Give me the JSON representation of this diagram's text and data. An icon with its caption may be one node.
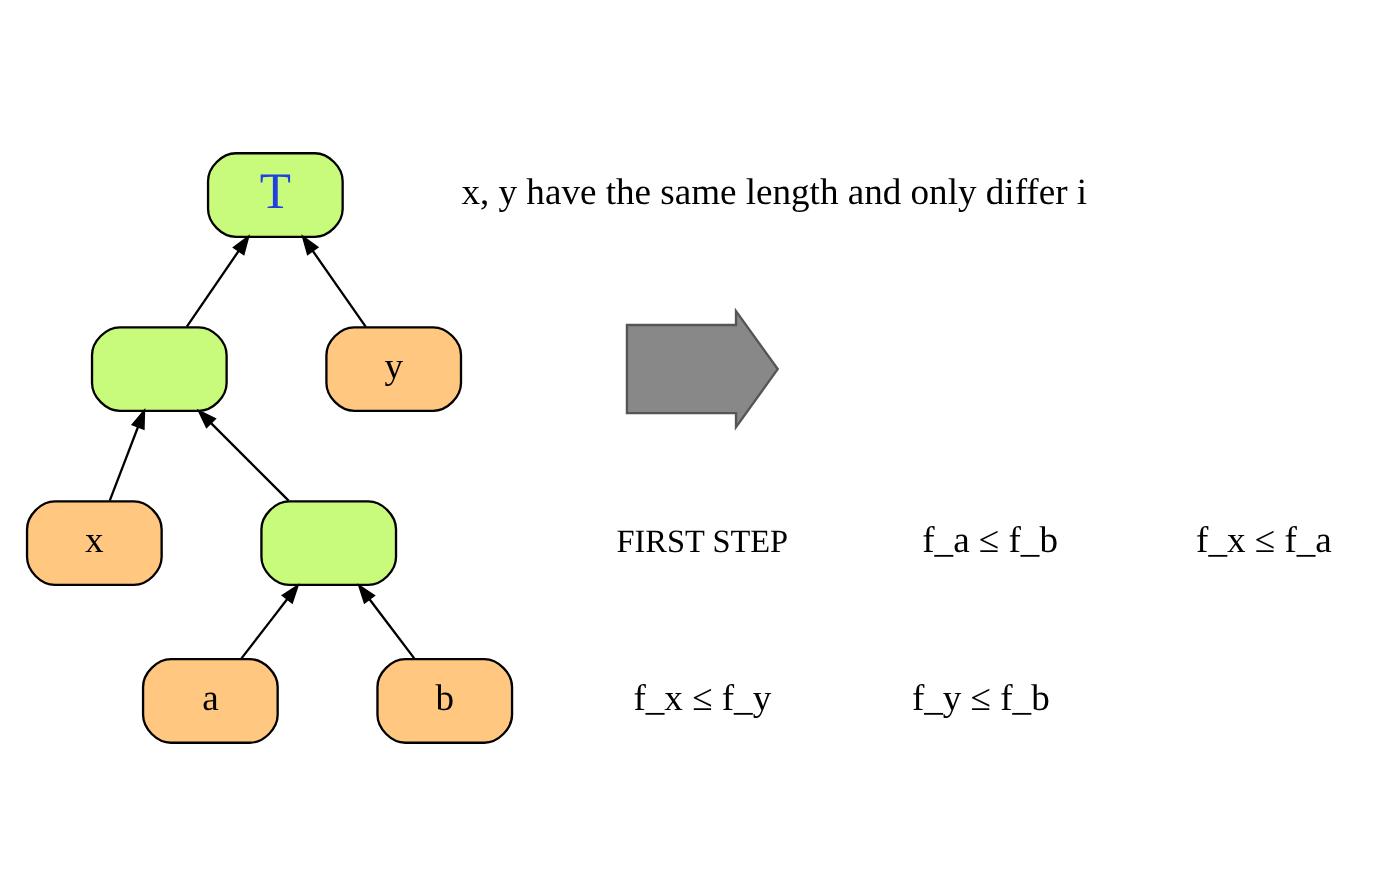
{
  "diagram": {
    "nodes": [
      {
        "text": [
          "T"
        ]
      },
      {
        "text": [],
        "shape": "box"
      },
      {
        "text": [
          "y"
        ]
      },
      {
        "text": [
          "x"
        ]
      },
      {
        "text": [],
        "shape": "box"
      },
      {
        "text": [
          "a"
        ]
      },
      {
        "text": [
          "b"
        ]
      },
      {
        "text": [],
        "shape": "arrow"
      }
    ],
    "edges": [
      {
        "from": 1,
        "to": 0,
        "arrow": "to"
      },
      {
        "from": 2,
        "to": 0,
        "arrow": "to"
      },
      {
        "from": 3,
        "to": 1,
        "arrow": "to"
      },
      {
        "from": 4,
        "to": 1,
        "arrow": "to"
      },
      {
        "from": 5,
        "to": 4,
        "arrow": "to"
      },
      {
        "from": 6,
        "to": 4,
        "arrow": "to"
      }
    ],
    "labels": [
      "x, y have the same length and only differ i",
      "FIRST STEP",
      "f_a ≤ f_b",
      "f_x ≤ f_a",
      "f_x ≤ f_y",
      "f_y ≤ f_b"
    ]
  }
}
